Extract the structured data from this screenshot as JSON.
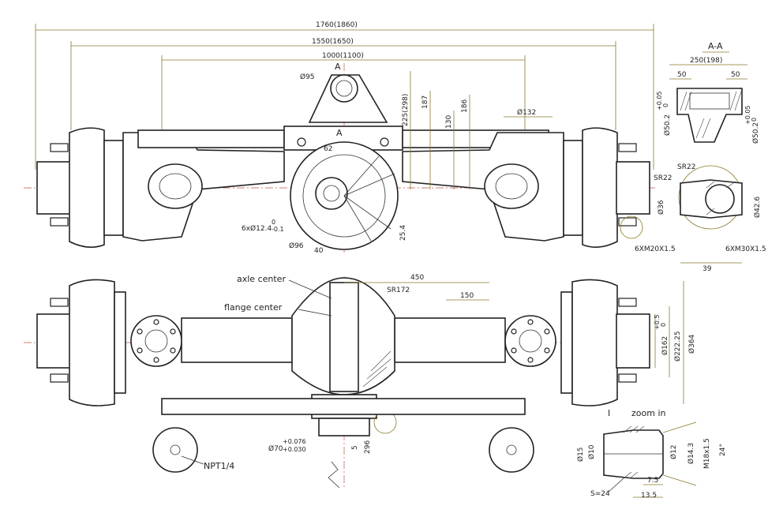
{
  "top_view": {
    "dim_overall": "1760(1860)",
    "dim_flange": "1550(1650)",
    "dim_spring": "1000(1100)",
    "section_mark_top": "A",
    "section_mark_mid": "A",
    "phi95": "Ø95",
    "d62": "62",
    "d225": "225(298)",
    "d187": "187",
    "d130": "130",
    "d186": "186",
    "phi132": "Ø132",
    "holes": "6xØ12.4",
    "holes_tol_top": "0",
    "holes_tol_bottom": "-0.1",
    "phi96": "Ø96",
    "d40": "40",
    "d25_4": "25.4"
  },
  "section_aa": {
    "title": "A-A",
    "width": "250(198)",
    "d50_left": "50",
    "d50_right": "50",
    "bore_left": "Ø50.2",
    "bore_left_tol_top": "+0.05",
    "bore_left_tol_bottom": "0",
    "bore_right": "Ø50.2",
    "bore_right_tol_top": "+0.05",
    "bore_right_tol_bottom": "0"
  },
  "ball_joint": {
    "sr22_a": "SR22",
    "sr22_b": "SR22",
    "phi36": "Ø36",
    "phi42_6": "Ø42.6",
    "thread_left": "6XM20X1.5",
    "thread_right": "6XM30X1.5",
    "d39": "39"
  },
  "front_view": {
    "axle_center": "axle center",
    "flange_center": "flange center",
    "d450": "450",
    "sr172": "SR172",
    "d150": "150",
    "phi162": "Ø162",
    "phi162_tol_top": "+0.5",
    "phi162_tol_bottom": "0",
    "phi222": "Ø222.25",
    "phi364": "Ø364",
    "phi70": "Ø70",
    "phi70_tol_top": "+0.076",
    "phi70_tol_bottom": "+0.030",
    "d5": "5",
    "d296": "296",
    "npt": "NPT1/4"
  },
  "zoom_detail": {
    "title_roman": "I",
    "title_text": "zoom in",
    "phi15": "Ø15",
    "phi10": "Ø10",
    "phi12": "Ø12",
    "phi14_3": "Ø14.3",
    "thread": "M18x1.5",
    "angle": "24°",
    "d7_5": "7.5",
    "d13_5": "13.5",
    "s24": "S=24"
  },
  "colors": {
    "dimension_line": "#8a7a2a",
    "center_line": "#c0504d",
    "outline": "#222222",
    "background": "#ffffff"
  }
}
